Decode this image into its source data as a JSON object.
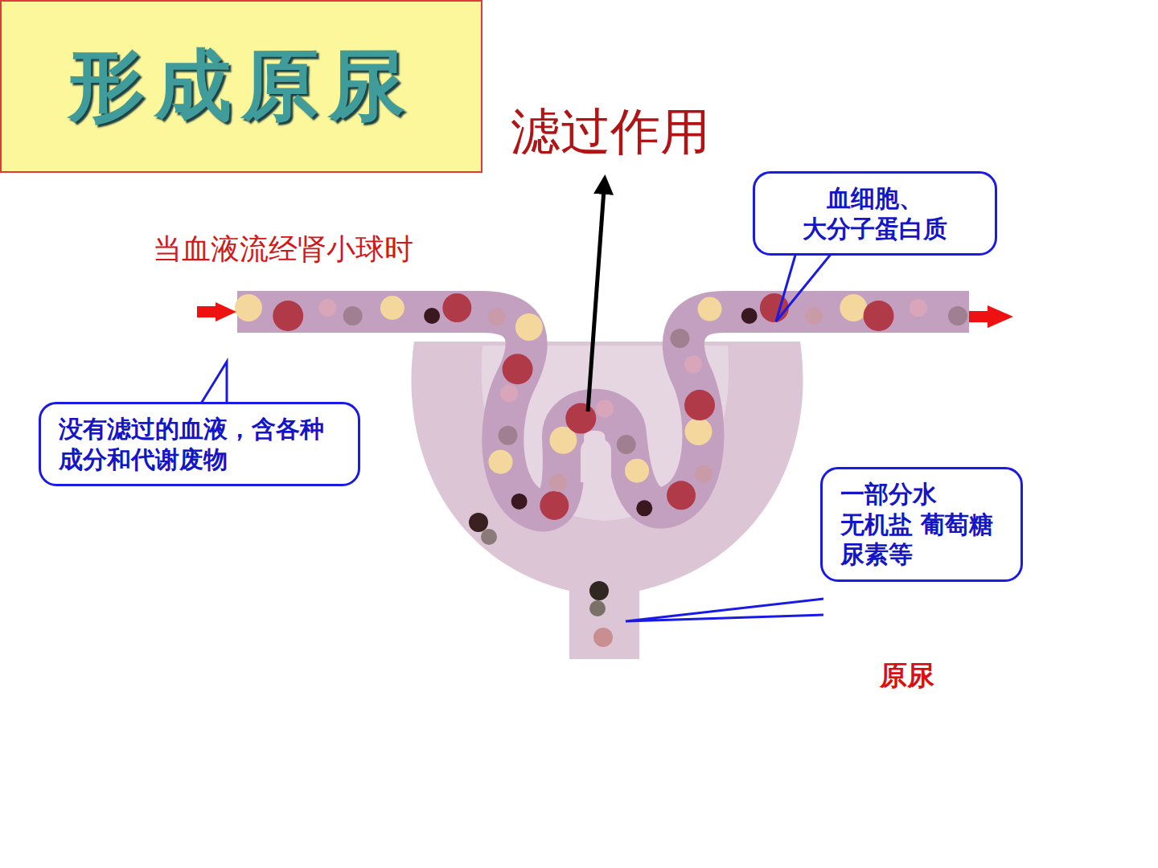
{
  "diagram": {
    "title": "形成原尿",
    "nodes": [
      {
        "text": [
          "血细胞、 大分子蛋白质"
        ]
      },
      {
        "text": [
          "没有滤过的血液，含各种成分和代谢废物"
        ]
      },
      {
        "text": [
          "一部分水 无机盐 葡萄糖 尿素等"
        ]
      }
    ],
    "labels": [
      "滤过作用",
      "当血液流经肾小球时",
      "原尿"
    ]
  }
}
